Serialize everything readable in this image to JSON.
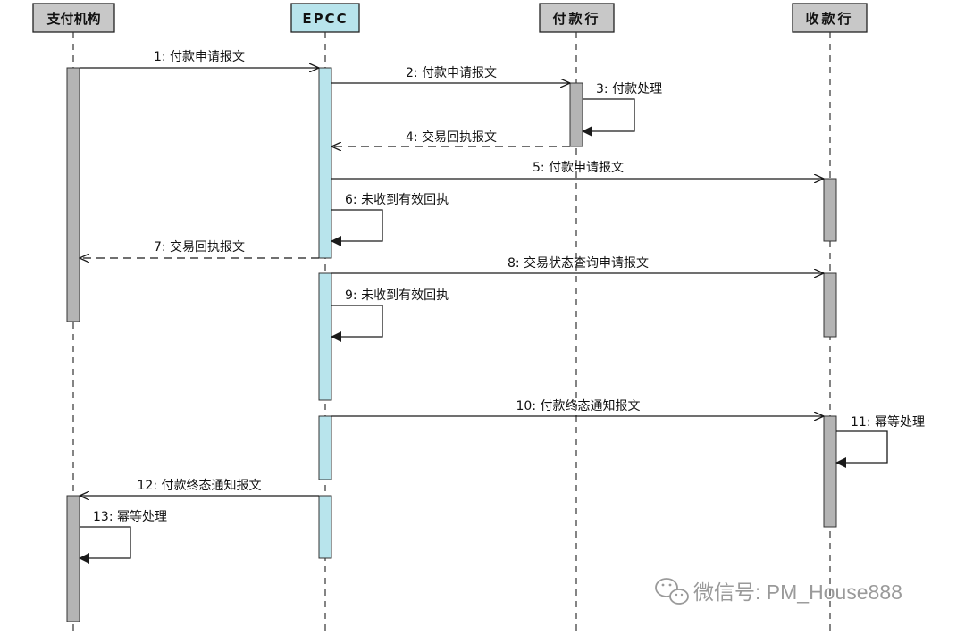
{
  "participants": [
    {
      "id": "p1",
      "label": "支付机构",
      "box_fill": "#c8c8c8"
    },
    {
      "id": "p2",
      "label": "EPCC",
      "box_fill": "#b8e4ec"
    },
    {
      "id": "p3",
      "label": "付款行",
      "box_fill": "#c8c8c8"
    },
    {
      "id": "p4",
      "label": "收款行",
      "box_fill": "#c8c8c8"
    }
  ],
  "messages": [
    {
      "label": "1: 付款申请报文",
      "from": "p1",
      "to": "p2",
      "kind": "sync"
    },
    {
      "label": "2: 付款申请报文",
      "from": "p2",
      "to": "p3",
      "kind": "sync"
    },
    {
      "label": "3: 付款处理",
      "from": "p3",
      "to": "p3",
      "kind": "self"
    },
    {
      "label": "4: 交易回执报文",
      "from": "p3",
      "to": "p2",
      "kind": "return"
    },
    {
      "label": "5: 付款申请报文",
      "from": "p2",
      "to": "p4",
      "kind": "sync"
    },
    {
      "label": "6: 未收到有效回执",
      "from": "p2",
      "to": "p2",
      "kind": "self"
    },
    {
      "label": "7: 交易回执报文",
      "from": "p2",
      "to": "p1",
      "kind": "return"
    },
    {
      "label": "8: 交易状态查询申请报文",
      "from": "p2",
      "to": "p4",
      "kind": "sync"
    },
    {
      "label": "9: 未收到有效回执",
      "from": "p2",
      "to": "p2",
      "kind": "self"
    },
    {
      "label": "10: 付款终态通知报文",
      "from": "p2",
      "to": "p4",
      "kind": "sync"
    },
    {
      "label": "11: 幂等处理",
      "from": "p4",
      "to": "p4",
      "kind": "self"
    },
    {
      "label": "12: 付款终态通知报文",
      "from": "p2",
      "to": "p1",
      "kind": "sync"
    },
    {
      "label": "13: 幂等处理",
      "from": "p1",
      "to": "p1",
      "kind": "self"
    }
  ],
  "watermark": {
    "text": "微信号: PM_House888",
    "icon": "wechat-icon"
  },
  "colors": {
    "activation_gray": "#b4b4b4",
    "activation_cyan": "#b8e4ec",
    "line": "#1a1a1a",
    "watermark": "#9a9a9a"
  }
}
